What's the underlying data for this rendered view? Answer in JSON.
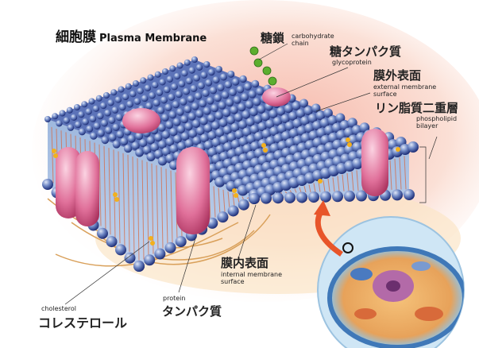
{
  "title": {
    "jp": "細胞膜",
    "en": "Plasma Membrane"
  },
  "labels": {
    "carbohydrate_chain": {
      "jp": "糖鎖",
      "en": "carbohydrate chain"
    },
    "glycoprotein": {
      "jp": "糖タンパク質",
      "en": "glycoprotein"
    },
    "external_surface": {
      "jp": "膜外表面",
      "en": "external membrane surface"
    },
    "bilayer": {
      "jp": "リン脂質二重層",
      "en": "phospholipid bilayer"
    },
    "internal_surface": {
      "jp": "膜内表面",
      "en": "internal membrane surface"
    },
    "protein": {
      "jp": "タンパク質",
      "en": "protein"
    },
    "cholesterol": {
      "jp": "コレステロール",
      "en": "cholesterol"
    }
  },
  "colors": {
    "head": "#3a56a8",
    "head_light": "#9fb3dc",
    "protein": "#e0709a",
    "tail": "#d8643a",
    "cholesterol": "#f2b01e",
    "sugar": "#5cae2e",
    "arrow": "#e8552a"
  }
}
